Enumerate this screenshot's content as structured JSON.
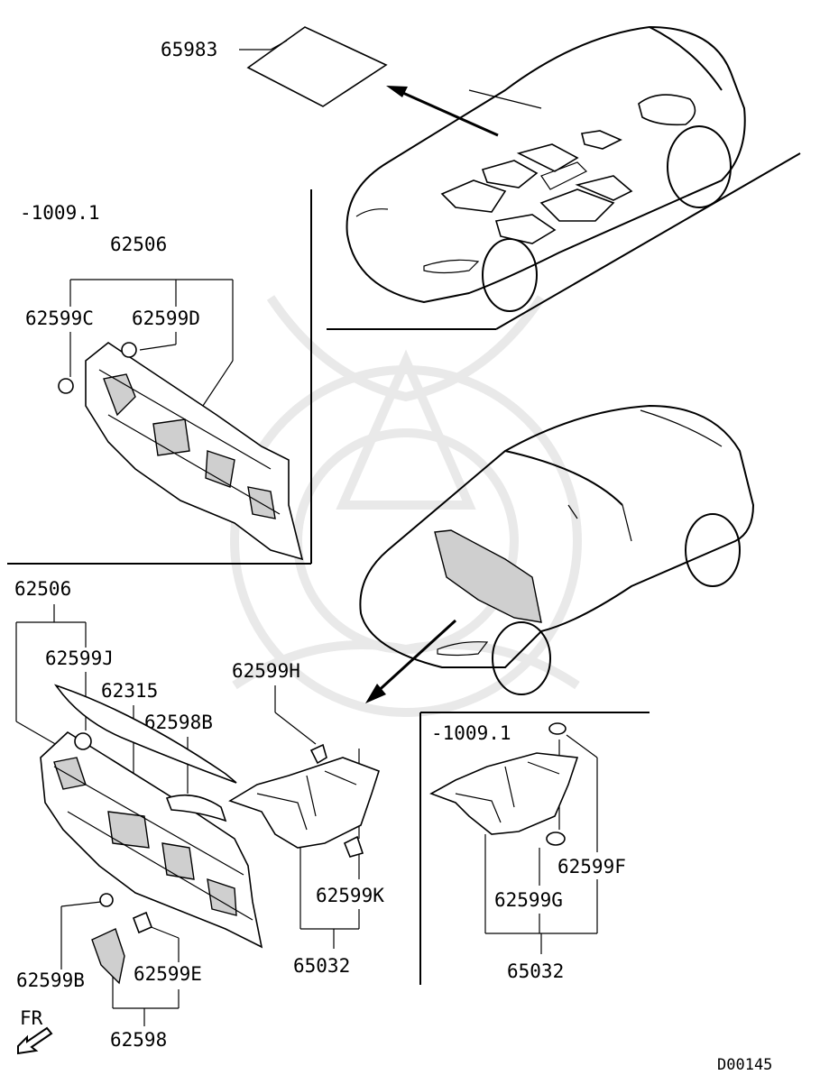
{
  "diagram": {
    "drawing_code": "D00145",
    "direction_label": "FR",
    "top_insulator": {
      "part": "65983"
    },
    "upper_left_box": {
      "date_code": "-1009.1",
      "assembly": "62506",
      "clips": [
        "62599C",
        "62599D"
      ]
    },
    "lower_left": {
      "assembly": "62506",
      "parts": [
        "62599J",
        "62315",
        "62598B",
        "62599B",
        "62599E",
        "62598"
      ]
    },
    "center": {
      "parts": [
        "62599H",
        "62599K",
        "65032"
      ]
    },
    "lower_right_box": {
      "date_code": "-1009.1",
      "parts": [
        "62599F",
        "62599G",
        "65032"
      ]
    }
  }
}
